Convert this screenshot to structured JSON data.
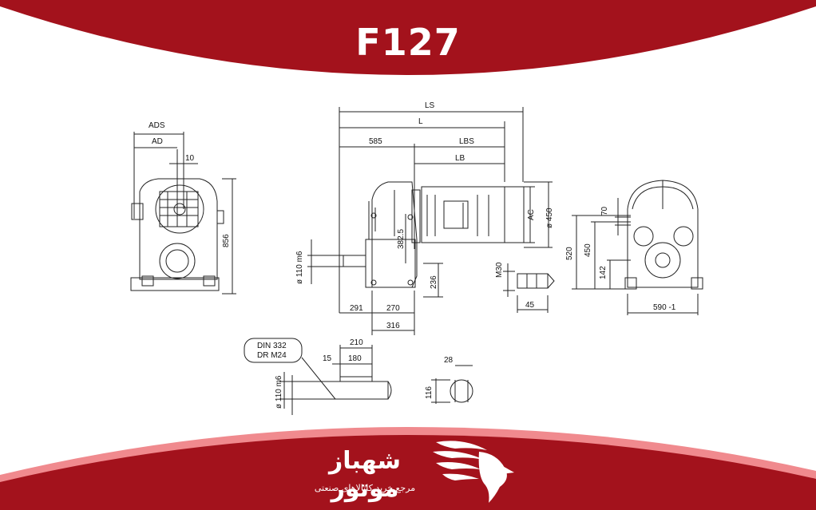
{
  "header": {
    "title": "F127",
    "color": "#a3121c"
  },
  "footer": {
    "brand_name": "شهباز موتور",
    "brand_tagline": "مرجع خرید کاتالاهای صنعتی",
    "color": "#a3121c",
    "accent": "#f08a8e"
  },
  "drawing": {
    "front_view": {
      "ads": "ADS",
      "ad": "AD",
      "d10": "10",
      "h856": "856"
    },
    "side_view": {
      "ls": "LS",
      "l": "L",
      "d585": "585",
      "lbs": "LBS",
      "lb": "LB",
      "ac": "AC",
      "dia450": "ø 450",
      "h382": "382.5",
      "shaft": "ø 110 m6",
      "h236": "236",
      "d291": "291",
      "d270": "270",
      "d316": "316"
    },
    "thread_detail": {
      "m30": "M30",
      "d45": "45"
    },
    "end_view": {
      "d70": "70",
      "d520": "520",
      "d450": "450",
      "d142": "142",
      "d590": "590 -1"
    },
    "shaft_detail": {
      "din": "DIN 332",
      "drm": "DR M24",
      "d210": "210",
      "d15": "15",
      "d180": "180",
      "shaft": "ø 110 m6",
      "d28": "28",
      "d116": "116"
    }
  }
}
